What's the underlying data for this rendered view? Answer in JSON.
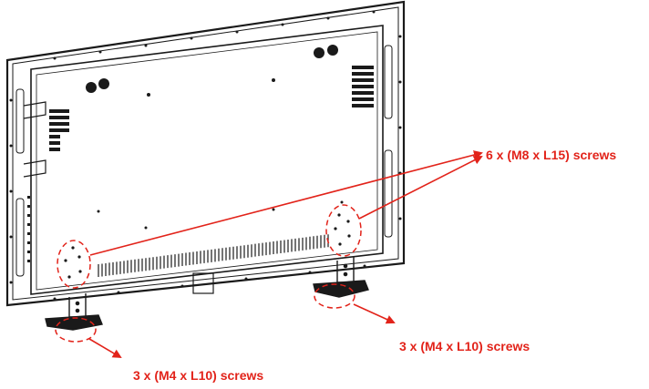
{
  "callouts": {
    "large_screws": "6 x (M8 x L15) screws",
    "right_stand_screws": "3 x (M4 x L10) screws",
    "left_stand_screws": "3 x (M4 x L10) screws"
  },
  "colors": {
    "annotation": "#e2231a",
    "line_art": "#1a1a1a",
    "background": "#ffffff"
  },
  "icons": {
    "arrow": "arrow-icon",
    "highlight": "dashed-ellipse-icon"
  }
}
